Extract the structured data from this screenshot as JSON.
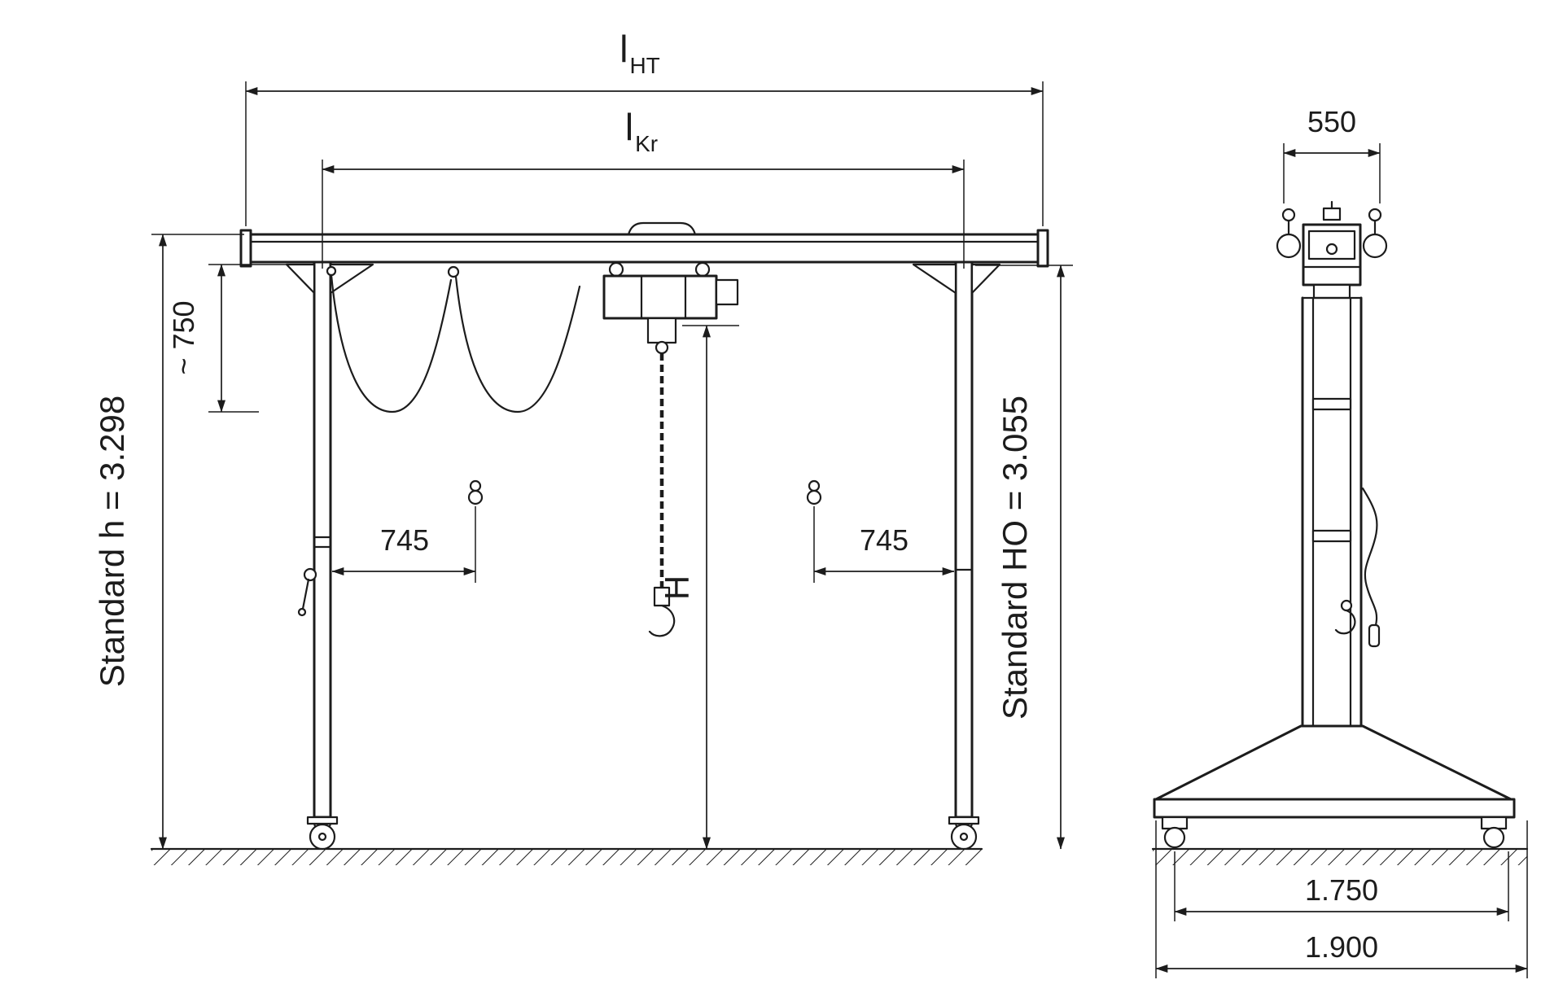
{
  "colors": {
    "ink": "#1c1c1c",
    "bg": "#ffffff"
  },
  "front_view": {
    "dim_lht_main": "l",
    "dim_lht_sub": "HT",
    "dim_lkr_main": "l",
    "dim_lkr_sub": "Kr",
    "dim_festoon_drop": "~ 750",
    "dim_standard_h": "Standard h = 3.298",
    "dim_standard_ho": "Standard HO = 3.055",
    "dim_hook_left": "745",
    "dim_hook_right": "745",
    "dim_hook_height": "H"
  },
  "side_view": {
    "dim_trolley_width": "550",
    "dim_base_inner": "1.750",
    "dim_base_outer": "1.900"
  }
}
